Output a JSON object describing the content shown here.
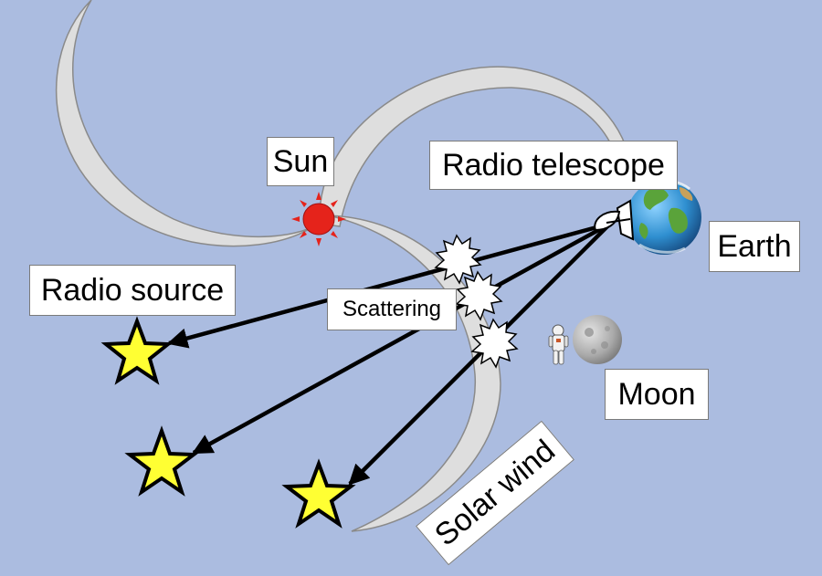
{
  "labels": {
    "sun": "Sun",
    "radio_telescope": "Radio telescope",
    "earth": "Earth",
    "radio_source": "Radio source",
    "scattering": "Scattering",
    "moon": "Moon",
    "solar_wind": "Solar wind"
  },
  "colors": {
    "background": "#abbce0",
    "solar_wind_arc": "#dedede",
    "sun": "#e5231b",
    "star": "#ffff33",
    "ray": "#000000",
    "earth_ocean": "#2f8fd0",
    "earth_land": "#5aa33a",
    "moon": "#a9a9a9"
  },
  "icons": {
    "sun": "sun-icon",
    "earth": "earth-globe-icon",
    "telescope": "radio-telescope-dish-icon",
    "moon": "moon-icon",
    "astronaut": "astronaut-icon",
    "radio_source": "star-icon",
    "scattering": "scattering-burst-icon"
  }
}
